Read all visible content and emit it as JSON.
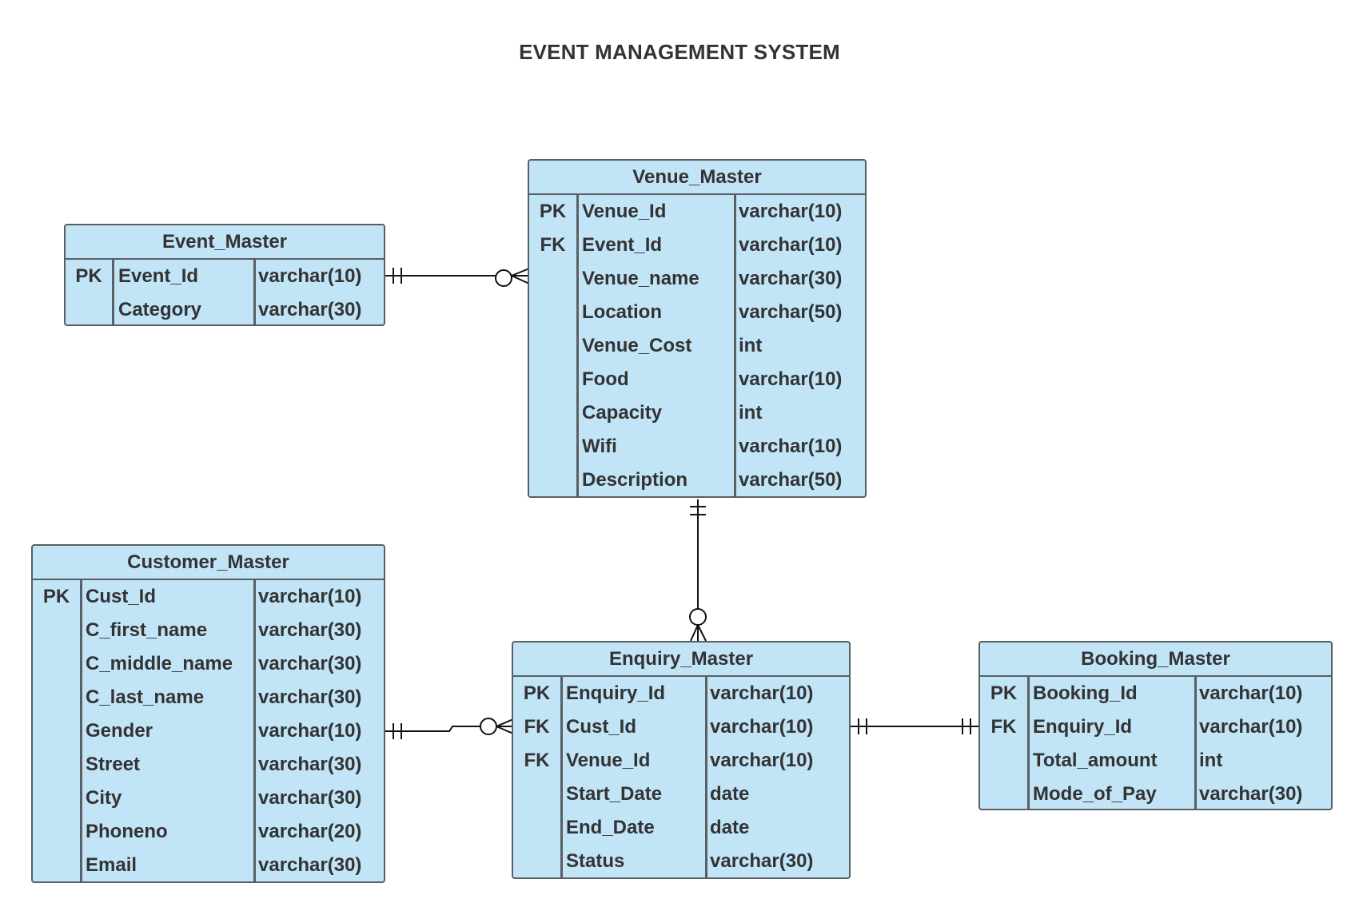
{
  "title": "EVENT MANAGEMENT SYSTEM",
  "entities": {
    "event_master": {
      "name": "Event_Master",
      "rows": [
        {
          "key": "PK",
          "field": "Event_Id",
          "type": "varchar(10)"
        },
        {
          "key": "",
          "field": "Category",
          "type": "varchar(30)"
        }
      ]
    },
    "venue_master": {
      "name": "Venue_Master",
      "rows": [
        {
          "key": "PK",
          "field": "Venue_Id",
          "type": "varchar(10)"
        },
        {
          "key": "FK",
          "field": "Event_Id",
          "type": "varchar(10)"
        },
        {
          "key": "",
          "field": "Venue_name",
          "type": "varchar(30)"
        },
        {
          "key": "",
          "field": "Location",
          "type": "varchar(50)"
        },
        {
          "key": "",
          "field": "Venue_Cost",
          "type": "int"
        },
        {
          "key": "",
          "field": "Food",
          "type": "varchar(10)"
        },
        {
          "key": "",
          "field": "Capacity",
          "type": "int"
        },
        {
          "key": "",
          "field": "Wifi",
          "type": "varchar(10)"
        },
        {
          "key": "",
          "field": "Description",
          "type": "varchar(50)"
        }
      ]
    },
    "customer_master": {
      "name": "Customer_Master",
      "rows": [
        {
          "key": "PK",
          "field": "Cust_Id",
          "type": "varchar(10)"
        },
        {
          "key": "",
          "field": "C_first_name",
          "type": "varchar(30)"
        },
        {
          "key": "",
          "field": "C_middle_name",
          "type": "varchar(30)"
        },
        {
          "key": "",
          "field": "C_last_name",
          "type": "varchar(30)"
        },
        {
          "key": "",
          "field": "Gender",
          "type": "varchar(10)"
        },
        {
          "key": "",
          "field": "Street",
          "type": "varchar(30)"
        },
        {
          "key": "",
          "field": "City",
          "type": "varchar(30)"
        },
        {
          "key": "",
          "field": "Phoneno",
          "type": "varchar(20)"
        },
        {
          "key": "",
          "field": "Email",
          "type": "varchar(30)"
        }
      ]
    },
    "enquiry_master": {
      "name": "Enquiry_Master",
      "rows": [
        {
          "key": "PK",
          "field": "Enquiry_Id",
          "type": "varchar(10)"
        },
        {
          "key": "FK",
          "field": "Cust_Id",
          "type": "varchar(10)"
        },
        {
          "key": "FK",
          "field": "Venue_Id",
          "type": "varchar(10)"
        },
        {
          "key": "",
          "field": "Start_Date",
          "type": "date"
        },
        {
          "key": "",
          "field": "End_Date",
          "type": "date"
        },
        {
          "key": "",
          "field": "Status",
          "type": "varchar(30)"
        }
      ]
    },
    "booking_master": {
      "name": "Booking_Master",
      "rows": [
        {
          "key": "PK",
          "field": "Booking_Id",
          "type": "varchar(10)"
        },
        {
          "key": "FK",
          "field": "Enquiry_Id",
          "type": "varchar(10)"
        },
        {
          "key": "",
          "field": "Total_amount",
          "type": "int"
        },
        {
          "key": "",
          "field": "Mode_of_Pay",
          "type": "varchar(30)"
        }
      ]
    }
  },
  "relationships": [
    {
      "from": "Event_Master",
      "to": "Venue_Master",
      "from_cardinality": "one-and-only-one",
      "to_cardinality": "zero-or-many"
    },
    {
      "from": "Venue_Master",
      "to": "Enquiry_Master",
      "from_cardinality": "one-and-only-one",
      "to_cardinality": "zero-or-many"
    },
    {
      "from": "Customer_Master",
      "to": "Enquiry_Master",
      "from_cardinality": "one-and-only-one",
      "to_cardinality": "zero-or-many"
    },
    {
      "from": "Enquiry_Master",
      "to": "Booking_Master",
      "from_cardinality": "one-and-only-one",
      "to_cardinality": "one-and-only-one"
    }
  ],
  "colors": {
    "entity_fill": "#c1e4f7",
    "entity_border": "#5a5f63",
    "text": "#333333",
    "connector": "#111111"
  }
}
